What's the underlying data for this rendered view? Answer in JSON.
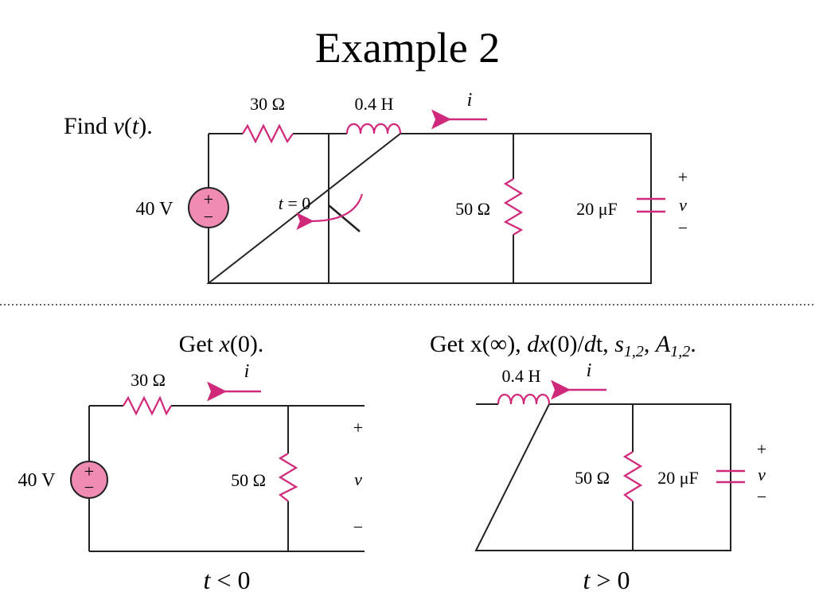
{
  "title": "Example 2",
  "top": {
    "prompt_pre": "Find ",
    "prompt_var": "v",
    "prompt_paren_open": "(",
    "prompt_t": "t",
    "prompt_post": ").",
    "r1": "30 Ω",
    "inductor": "0.4 H",
    "current": "i",
    "source": "40 V",
    "switch_pre": "t",
    "switch_post": " = 0",
    "r2": "50 Ω",
    "cap": "20 μF",
    "v_plus": "+",
    "v": "v",
    "v_minus": "−"
  },
  "bottom_left": {
    "heading_pre": "Get ",
    "heading_x": "x",
    "heading_post": "(0).",
    "r1": "30 Ω",
    "current": "i",
    "source": "40 V",
    "r2": "50 Ω",
    "v_plus": "+",
    "v": "v",
    "v_minus": "−",
    "caption_t": "t",
    "caption_rest": " < 0"
  },
  "bottom_right": {
    "heading_a": "Get x(∞), ",
    "heading_dx": "dx",
    "heading_b": "(0)/",
    "heading_d": "d",
    "heading_c": "t, ",
    "heading_s": "s",
    "heading_s_sub": "1,2",
    "heading_comma": ", ",
    "heading_A": "A",
    "heading_A_sub": "1,2",
    "heading_end": ".",
    "inductor": "0.4 H",
    "current": "i",
    "r2": "50 Ω",
    "cap": "20 μF",
    "v_plus": "+",
    "v": "v",
    "v_minus": "−",
    "caption_t": "t",
    "caption_rest": " > 0"
  },
  "colors": {
    "accent": "#d0287a",
    "source_fill": "#f08cb4",
    "wire": "#222222"
  }
}
